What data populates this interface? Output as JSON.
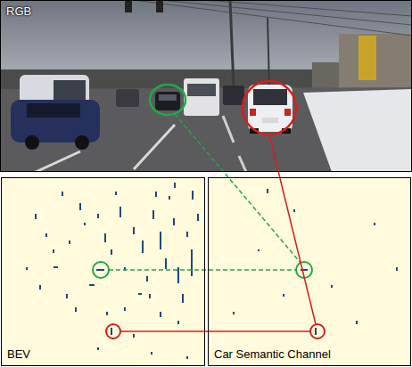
{
  "diagram": {
    "nodes": [
      {
        "text": [
          "RGB"
        ]
      },
      {
        "text": [
          "BEV"
        ]
      },
      {
        "text": [
          "Car Semantic Channel"
        ]
      }
    ]
  }
}
